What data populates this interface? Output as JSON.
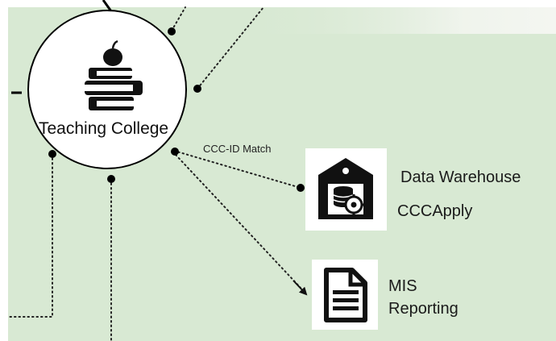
{
  "diagram": {
    "center_node": {
      "label": "Teaching College",
      "icon": "books-with-apple-icon"
    },
    "edge_label": "CCC-ID Match",
    "nodes": [
      {
        "id": "data-warehouse",
        "icon": "warehouse-database-gear-icon",
        "lines": [
          "Data Warehouse",
          "CCCApply"
        ]
      },
      {
        "id": "mis-reporting",
        "icon": "document-report-icon",
        "lines": [
          "MIS",
          "Reporting"
        ]
      }
    ],
    "colors": {
      "panel_background": "#d8e9d3",
      "node_border": "#000000",
      "connector": "#111111"
    }
  }
}
